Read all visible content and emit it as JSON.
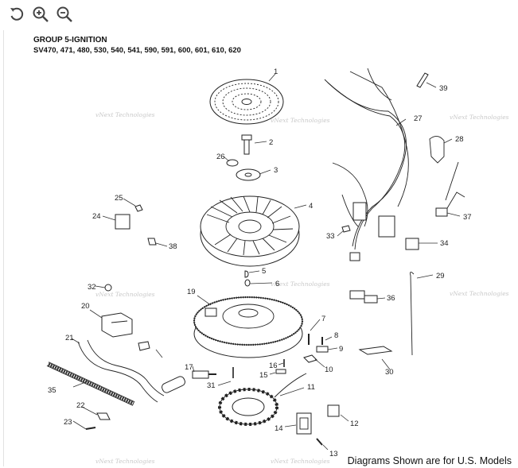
{
  "toolbar": {
    "reset_icon": "rotate-left-icon",
    "zoom_in_icon": "zoom-in-icon",
    "zoom_out_icon": "zoom-out-icon"
  },
  "header": {
    "title": "GROUP 5-IGNITION",
    "models": "SV470, 471, 480, 530, 540, 541, 590, 591, 600, 601, 610, 620"
  },
  "watermark": "vNext Technologies",
  "callouts": [
    "1",
    "2",
    "3",
    "4",
    "5",
    "6",
    "7",
    "8",
    "9",
    "10",
    "11",
    "12",
    "13",
    "14",
    "15",
    "16",
    "17",
    "19",
    "20",
    "21",
    "22",
    "23",
    "24",
    "25",
    "26",
    "27",
    "28",
    "29",
    "30",
    "31",
    "32",
    "33",
    "34",
    "35",
    "36",
    "37",
    "38",
    "39"
  ],
  "footer": "Diagrams Shown are for U.S. Models"
}
